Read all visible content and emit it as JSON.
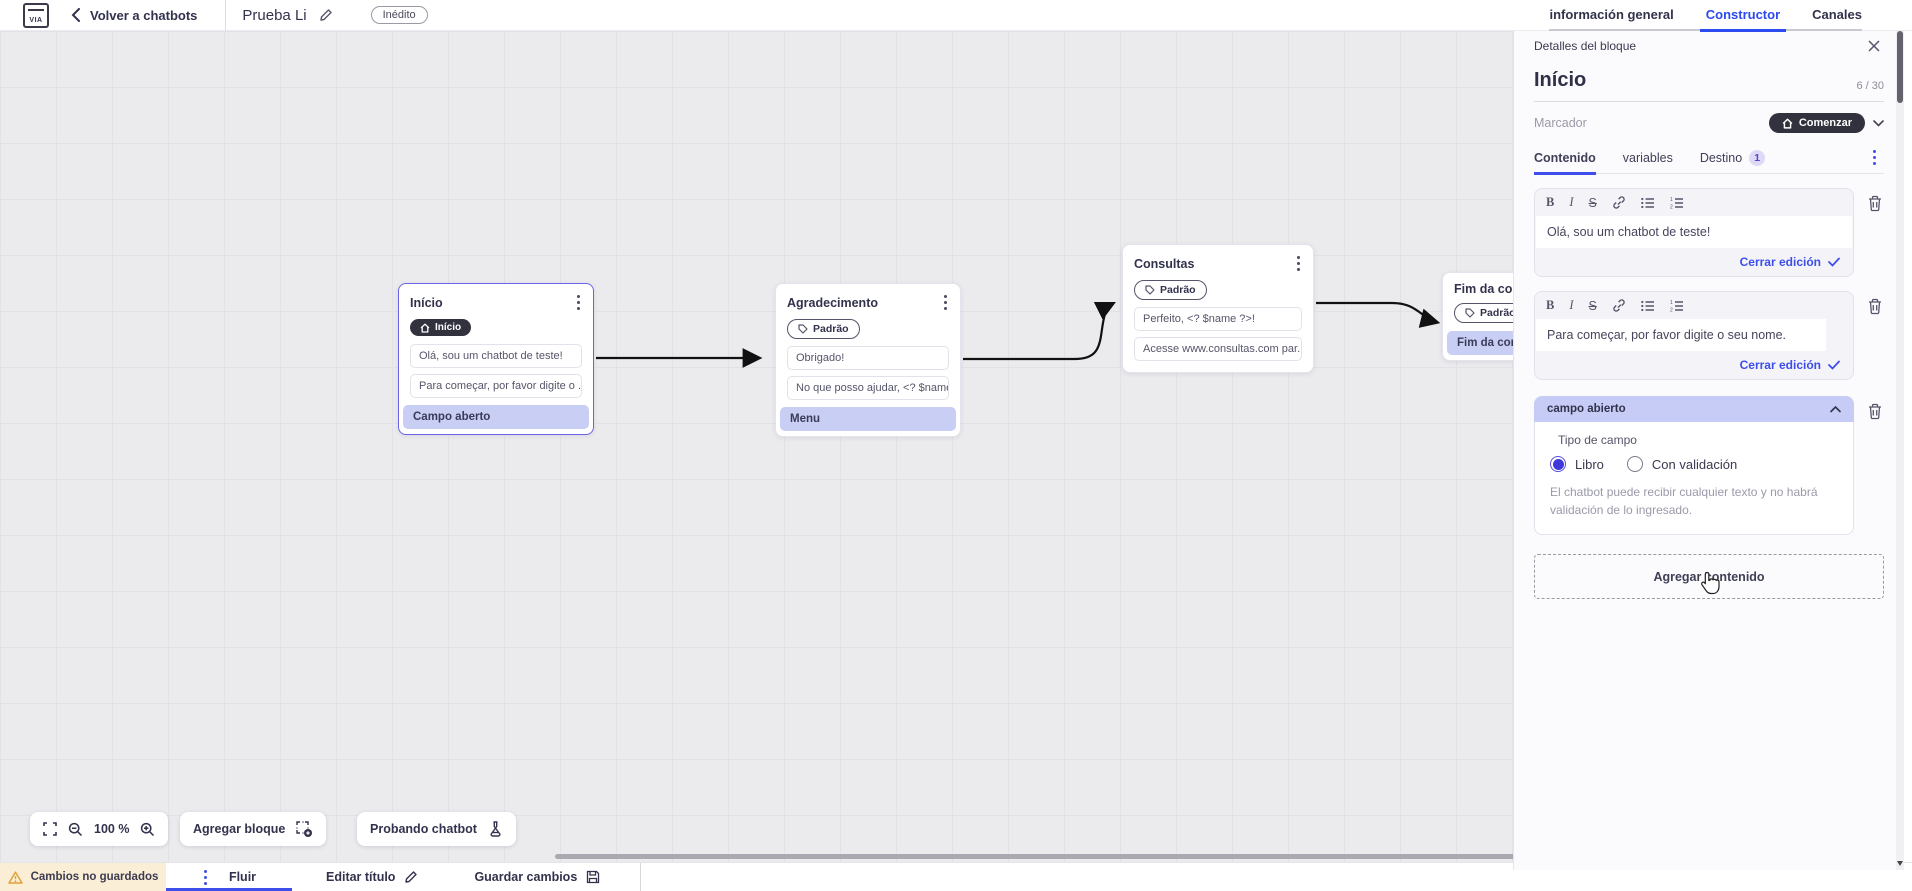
{
  "header": {
    "logo_text": "VIA",
    "back_label": "Volver a chatbots",
    "bot_name": "Prueba Li",
    "status_badge": "Inédito",
    "tabs": [
      {
        "label": "información general"
      },
      {
        "label": "Constructor"
      },
      {
        "label": "Canales"
      }
    ]
  },
  "canvas": {
    "zoom_level": "100 %",
    "add_block_label": "Agregar bloque",
    "test_chatbot_label": "Probando chatbot",
    "nodes": [
      {
        "title": "Início",
        "badge": "Início",
        "rows": [
          {
            "text": "Olá, sou um chatbot de teste!"
          },
          {
            "text": "Para começar, por favor digite o ..."
          },
          {
            "text": "Campo aberto"
          }
        ]
      },
      {
        "title": "Agradecimento",
        "badge": "Padrão",
        "rows": [
          {
            "text": "Obrigado!"
          },
          {
            "text": "No que posso ajudar, <? $name ..."
          },
          {
            "text": "Menu"
          }
        ]
      },
      {
        "title": "Consultas",
        "badge": "Padrão",
        "rows": [
          {
            "text": "Perfeito, <? $name ?>!"
          },
          {
            "text": "Acesse www.consultas.com par..."
          }
        ]
      },
      {
        "title": "Fim da conversa",
        "badge": "Padrão",
        "rows": [
          {
            "text": "Fim da conversa"
          }
        ]
      }
    ]
  },
  "panel": {
    "titlebar": "Detalles del bloque",
    "block_name": "Início",
    "char_counter": "6 / 30",
    "marker_label": "Marcador",
    "marker_value": "Comenzar",
    "tabs": [
      {
        "label": "Contenido"
      },
      {
        "label": "variables"
      },
      {
        "label": "Destino",
        "badge": "1"
      }
    ],
    "editors": [
      {
        "text": "Olá, sou um chatbot de teste!",
        "close_label": "Cerrar edición"
      },
      {
        "text": "Para começar, por favor digite o seu nome.",
        "close_label": "Cerrar edición"
      }
    ],
    "open_field": {
      "header": "campo abierto",
      "type_label": "Tipo de campo",
      "options": [
        {
          "label": "Libro",
          "selected": true
        },
        {
          "label": "Con validación",
          "selected": false
        }
      ],
      "description": "El chatbot puede recibir cualquier texto y no habrá validación de lo ingresado."
    },
    "add_content_label": "Agregar contenido"
  },
  "footer": {
    "warning": "Cambios no guardados",
    "flow_tab": "Fluir",
    "edit_title_label": "Editar título",
    "save_label": "Guardar cambios"
  },
  "icons": {
    "bold": "B",
    "italic": "I",
    "strikethrough": "S"
  },
  "colors": {
    "accent_blue": "#2b4af0",
    "link_indigo": "#3d4eea",
    "row_highlight": "#c9cff4",
    "dark_pill": "#32323e",
    "warning_bg": "#fbeed6",
    "selected_node_border": "#6c63e8"
  }
}
